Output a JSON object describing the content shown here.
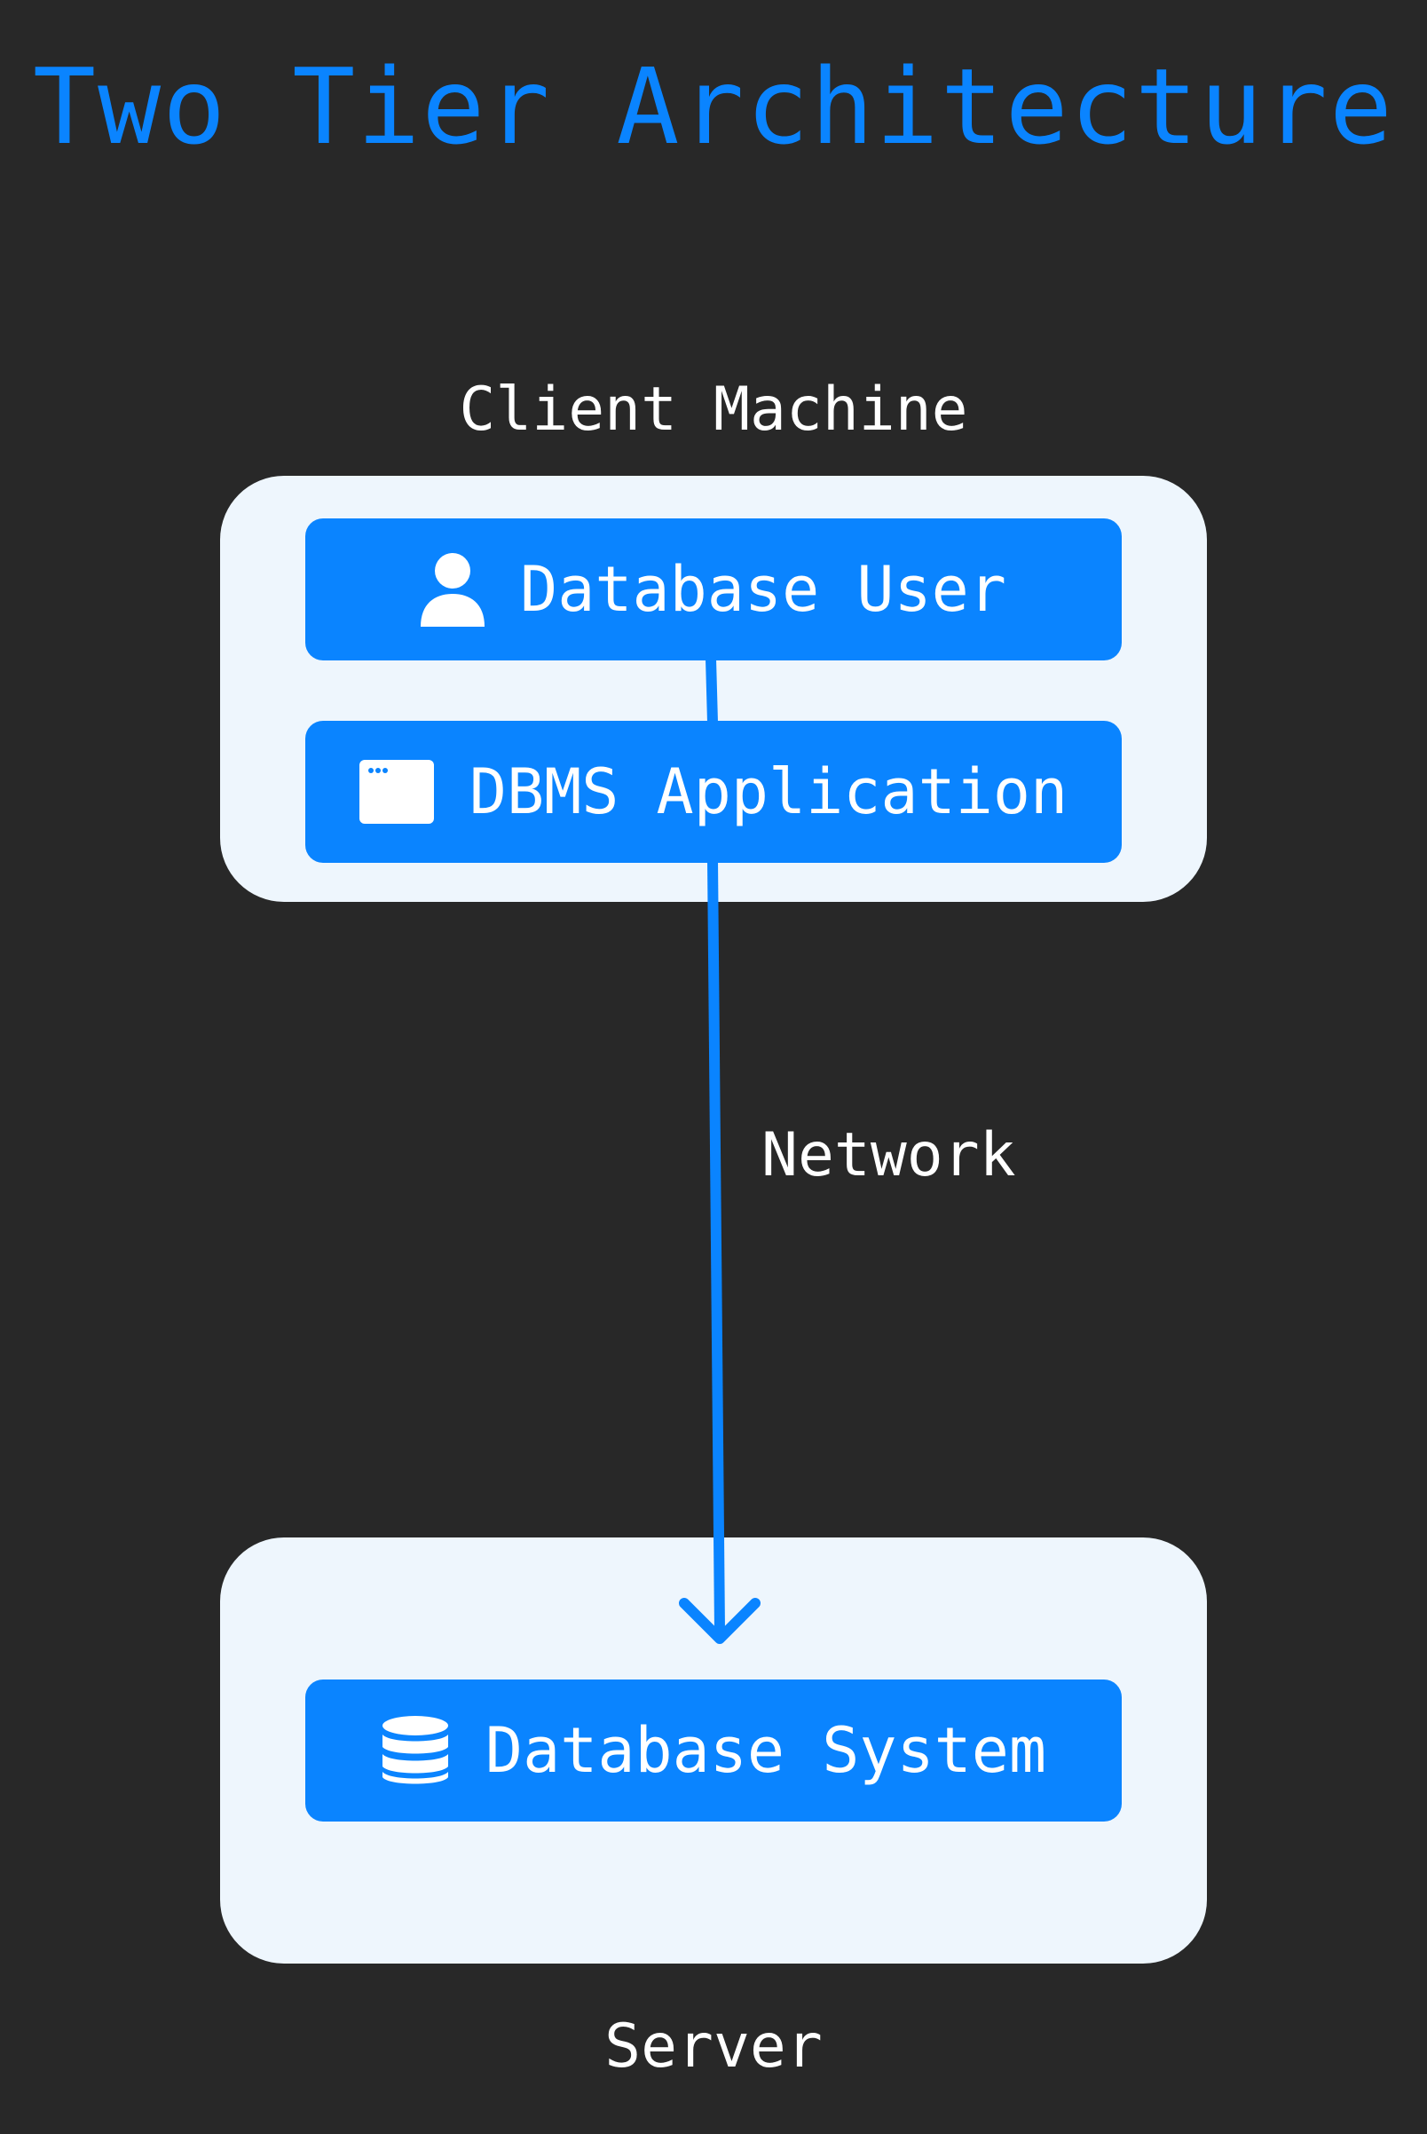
{
  "title": "Two Tier Architecture",
  "groups": {
    "client": {
      "label": "Client Machine"
    },
    "server": {
      "label": "Server"
    }
  },
  "nodes": {
    "user": {
      "label": "Database User",
      "icon": "user-icon"
    },
    "app": {
      "label": "DBMS Application",
      "icon": "app-window-icon"
    },
    "db": {
      "label": "Database System",
      "icon": "database-icon"
    }
  },
  "edges": {
    "network": {
      "label": "Network"
    }
  },
  "colors": {
    "background": "#282828",
    "accent": "#0a84ff",
    "container": "#eef6fd",
    "text": "#ffffff"
  }
}
